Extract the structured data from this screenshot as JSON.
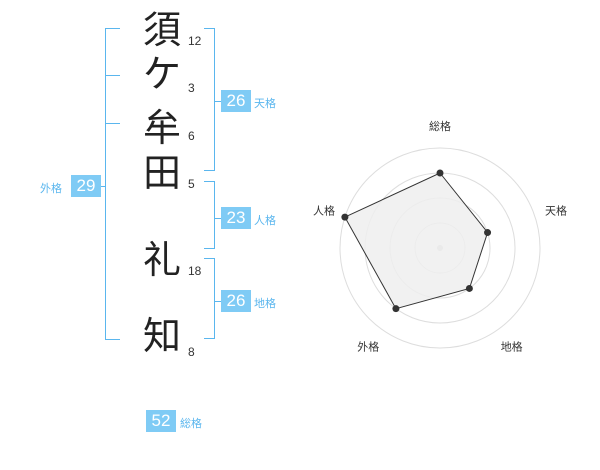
{
  "name_chars": [
    {
      "char": "須",
      "strokes": "12"
    },
    {
      "char": "ケ",
      "strokes": "3"
    },
    {
      "char": "牟",
      "strokes": "6"
    },
    {
      "char": "田",
      "strokes": "5"
    },
    {
      "char": "礼",
      "strokes": "18"
    },
    {
      "char": "知",
      "strokes": "8"
    }
  ],
  "fortunes": {
    "tenkaku": {
      "value": "26",
      "label": "天格"
    },
    "jinkaku": {
      "value": "23",
      "label": "人格"
    },
    "chikaku": {
      "value": "26",
      "label": "地格"
    },
    "gaikaku": {
      "value": "29",
      "label": "外格"
    },
    "soukaku": {
      "value": "52",
      "label": "総格"
    }
  },
  "radar": {
    "axes": [
      "総格",
      "天格",
      "地格",
      "外格",
      "人格"
    ],
    "levels": 4,
    "values": [
      3,
      2,
      2,
      3,
      4
    ],
    "fill": "#efefef",
    "stroke": "#333333",
    "grid_color": "#dddddd"
  },
  "colors": {
    "accent_box": "#7fcbf5",
    "accent_line": "#5ab6ee"
  }
}
